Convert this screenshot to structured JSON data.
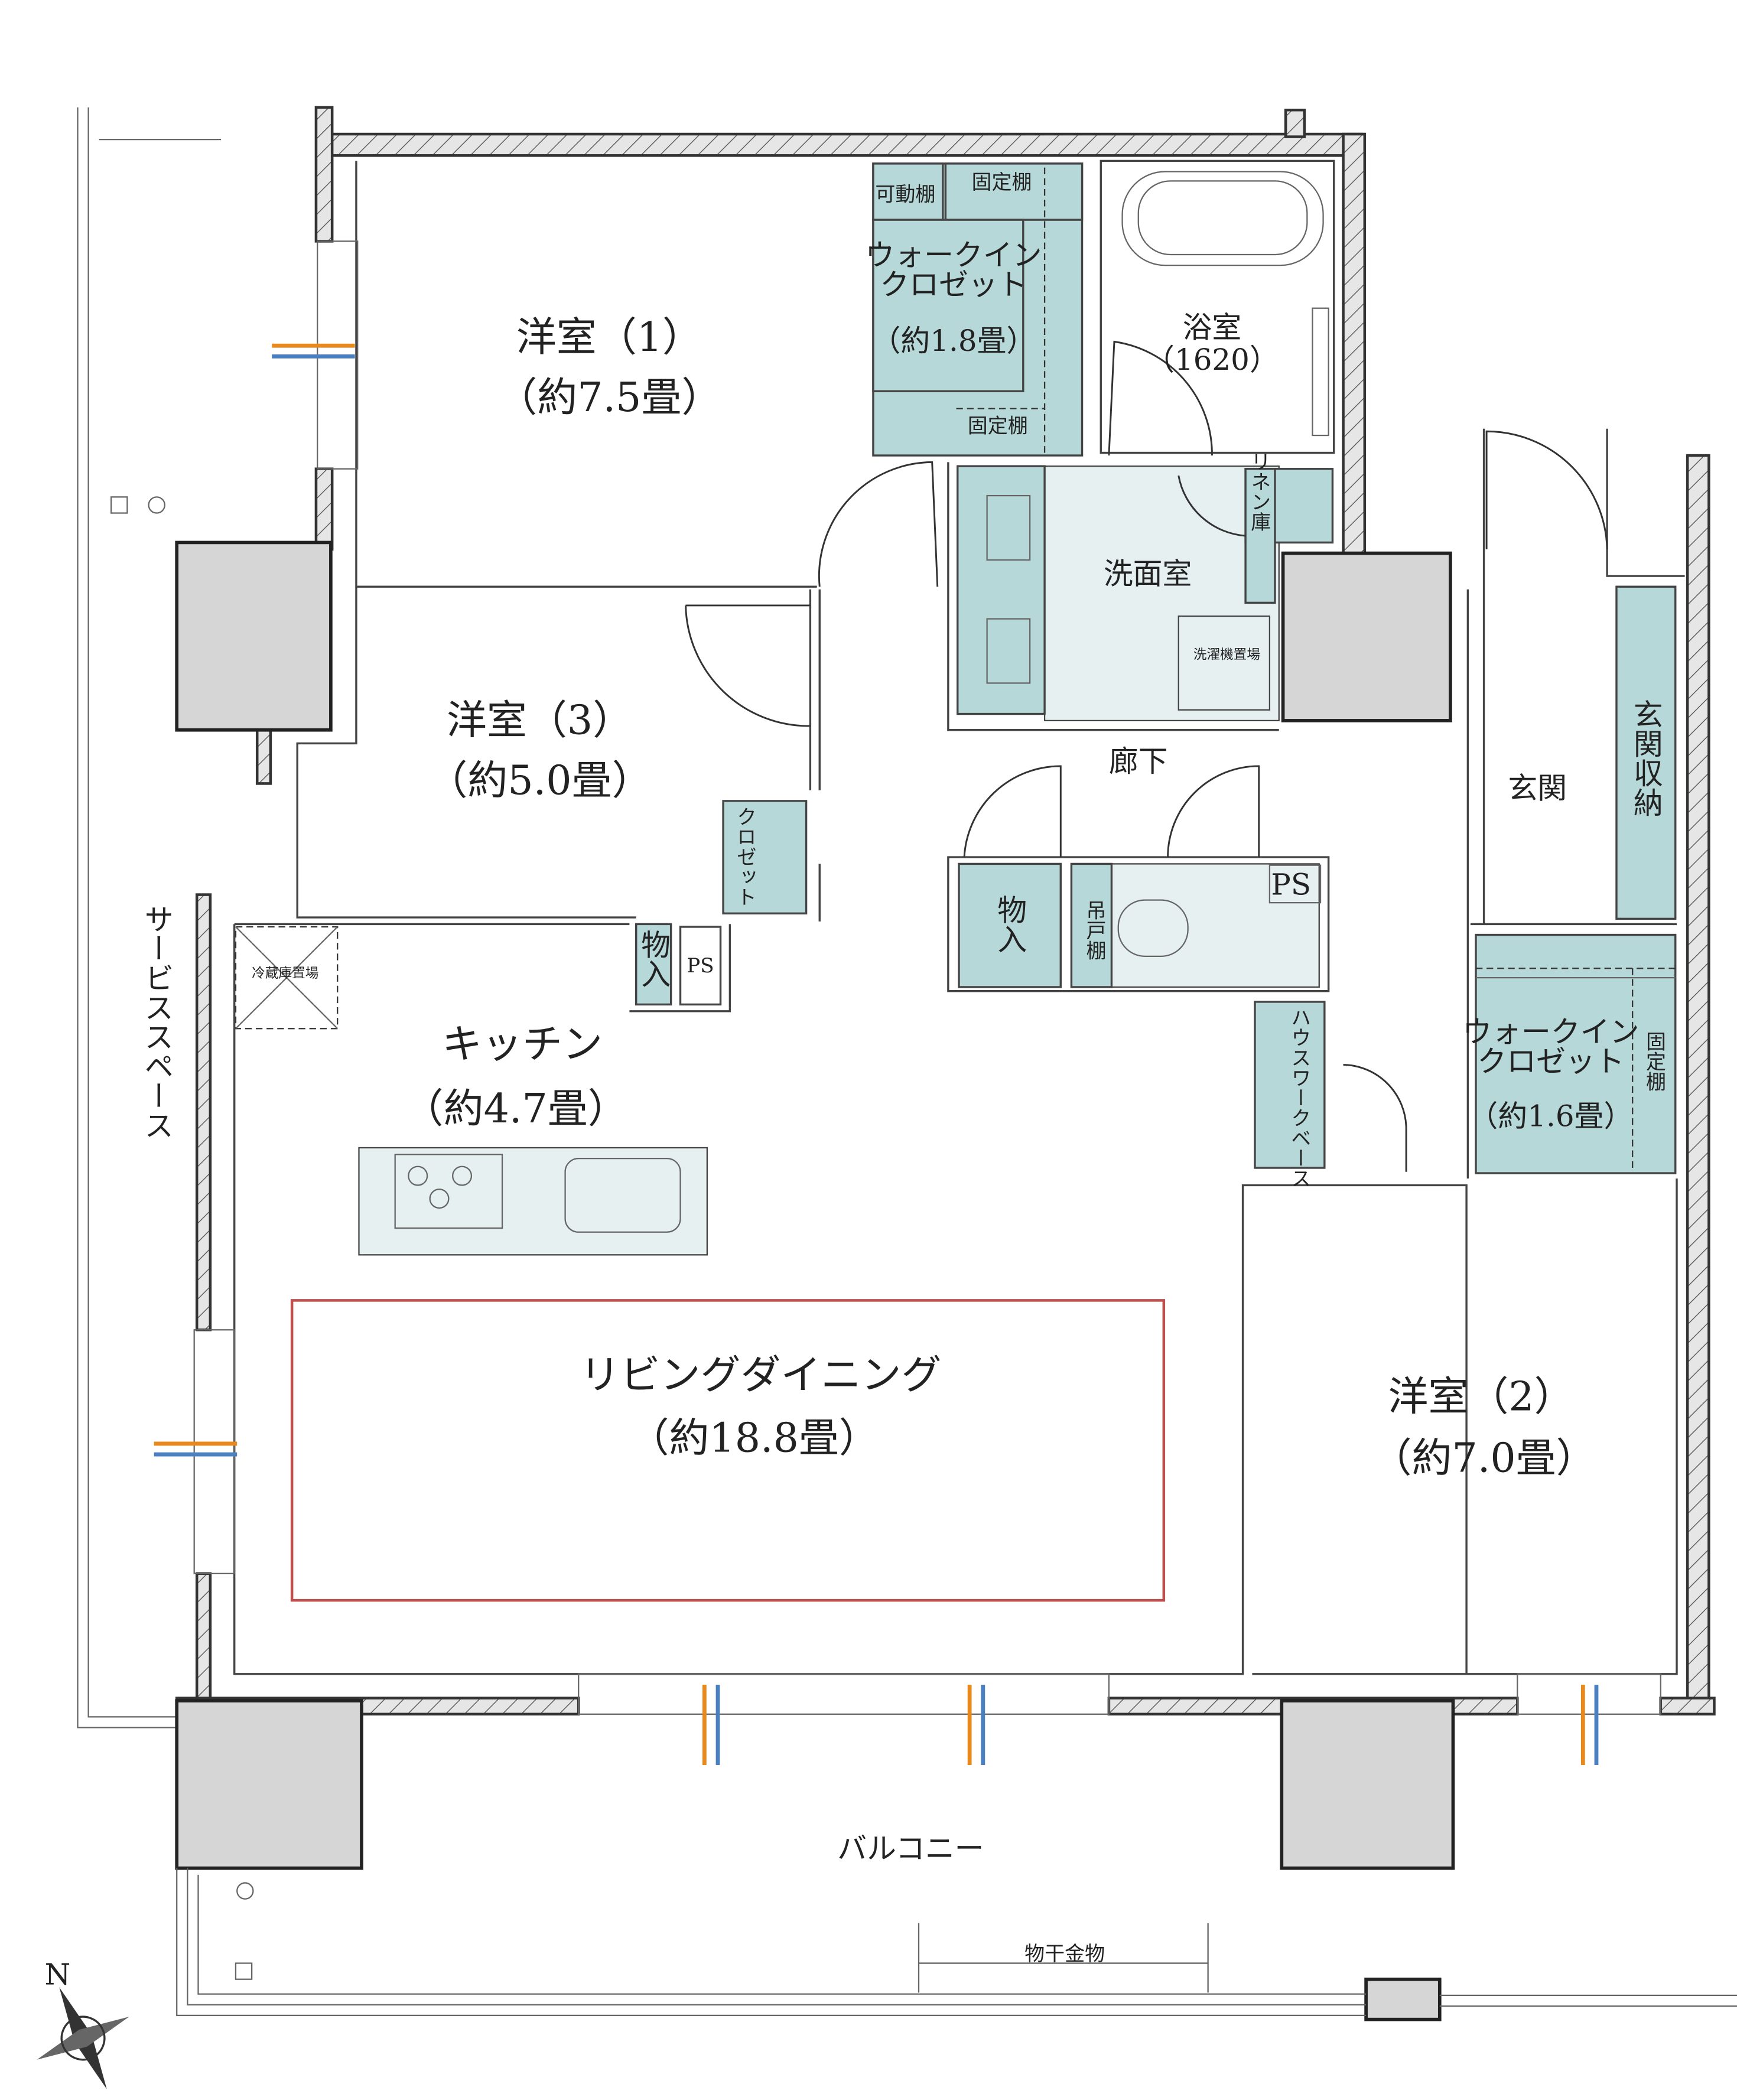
{
  "rooms": {
    "western1": {
      "name": "洋室（1）",
      "size": "（約7.5畳）"
    },
    "western2": {
      "name": "洋室（2）",
      "size": "（約7.0畳）"
    },
    "western3": {
      "name": "洋室（3）",
      "size": "（約5.0畳）"
    },
    "wic1": {
      "line1": "ウォークイン",
      "line2": "クロゼット",
      "size": "（約1.8畳）",
      "movable_shelf": "可動棚",
      "fixed_shelf_top": "固定棚",
      "fixed_shelf_bottom": "固定棚"
    },
    "wic2": {
      "line1": "ウォークイン",
      "line2": "クロゼット",
      "size": "（約1.6畳）",
      "fixed_shelf": "固定棚"
    },
    "bath": {
      "name": "浴室",
      "size": "（1620）"
    },
    "washroom": {
      "name": "洗面室",
      "linen": "リネン庫",
      "washer": "洗濯機置場"
    },
    "hallway": {
      "name": "廊下"
    },
    "entrance": {
      "name": "玄関",
      "storage": "玄関収納"
    },
    "closet": "クロゼット",
    "storage1": "物入",
    "storage2": "物入",
    "hanging_shelf": "吊戸棚",
    "ps1": "PS",
    "ps2": "PS",
    "fridge": "冷蔵庫置場",
    "kitchen": {
      "name": "キッチン",
      "size": "（約4.7畳）"
    },
    "housework": "ハウスワークベース",
    "service_space": "サービススペース",
    "living": {
      "name": "リビングダイニング",
      "size": "（約18.8畳）"
    },
    "balcony": "バルコニー",
    "drying": "物干金物"
  },
  "compass": {
    "north": "N"
  },
  "colors": {
    "storage": "#b6d8d8",
    "wet_area": "#e6f0f0",
    "pillar": "#d6d6d6",
    "living_frame": "#c0504d"
  }
}
